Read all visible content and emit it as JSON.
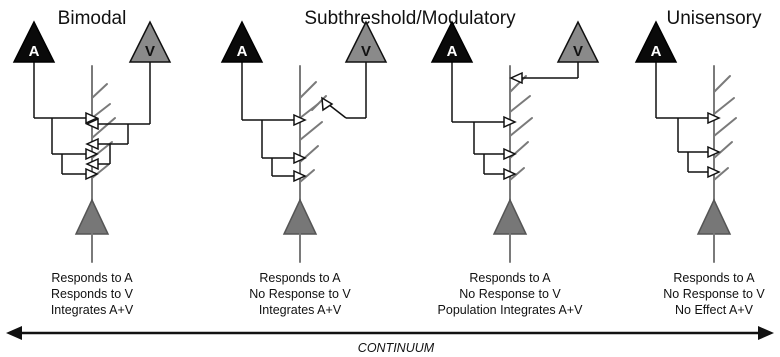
{
  "panels": [
    {
      "title": "Bimodal",
      "labels": {
        "auditory": "A",
        "visual": "V"
      },
      "lines": [
        "Responds to A",
        "Responds to V",
        "Integrates A+V"
      ]
    },
    {
      "title": "Subthreshold/Modulatory",
      "labels": {
        "auditory": "A",
        "visual": "V"
      },
      "lines": [
        "Responds to A",
        "No Response to V",
        "Integrates A+V"
      ]
    },
    {
      "title": "",
      "labels": {
        "auditory": "A",
        "visual": "V"
      },
      "lines": [
        "Responds to A",
        "No Response to V",
        "Population Integrates A+V"
      ]
    },
    {
      "title": "Unisensory",
      "labels": {
        "auditory": "A",
        "visual": ""
      },
      "lines": [
        "Responds to A",
        "No Response to V",
        "No Effect A+V"
      ]
    }
  ],
  "axis": {
    "label": "CONTINUUM"
  },
  "colors": {
    "auditory_fill": "#0a0a0a",
    "visual_fill": "#8a8a8a",
    "soma_fill": "#777777",
    "branch": "#7a7a7a",
    "line": "#111111"
  }
}
